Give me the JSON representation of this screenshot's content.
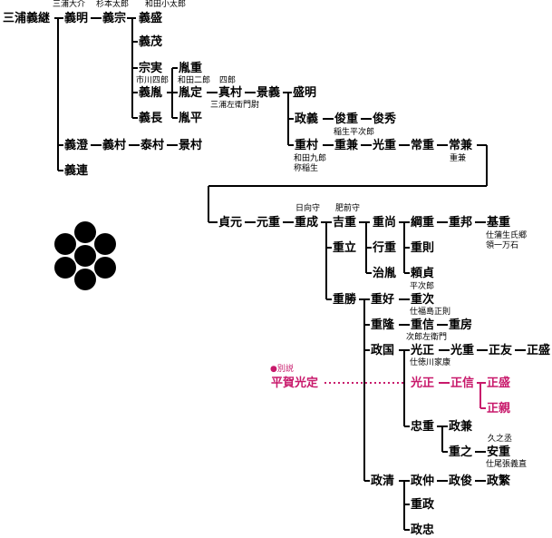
{
  "persons": {
    "yoshitsugu": "三浦義継",
    "yoshiaki": "義明",
    "yoshimune": "義宗",
    "yoshimori": "義盛",
    "yoshishige": "義茂",
    "munezane": "宗実",
    "yoshitane": "義胤",
    "yoshinaga": "義長",
    "tanshige": "胤重",
    "tanesada": "胤定",
    "tanehira": "胤平",
    "sanemura": "真村",
    "kageyoshi": "景義",
    "moriaki": "盛明",
    "masayoshi": "政義",
    "shigemura": "重村",
    "toshishige": "俊重",
    "toshihide": "俊秀",
    "shigekane": "重兼",
    "mitsushige": "光重",
    "tsuneshige": "常重",
    "tsunekane": "常兼",
    "yoshizumi": "義澄",
    "yoshimura": "義村",
    "yasumura": "泰村",
    "kagemura": "景村",
    "yoshitsura": "義連",
    "sadamoto": "貞元",
    "motoshige": "元重",
    "shigenari": "重成",
    "yoshitaka": "吉重",
    "shigenao": "重尚",
    "tsunashige": "綱重",
    "shigekuni": "重邦",
    "motoshige2": "基重",
    "shigetatsu": "重立",
    "yukishige": "行重",
    "shigenori": "重則",
    "haruhisa": "治胤",
    "yorisada": "頼貞",
    "shigekatsu": "重勝",
    "shigeyoshi": "重好",
    "shigetsugu": "重次",
    "shigetaka": "重隆",
    "shigenobu": "重信",
    "shigefusa": "重房",
    "masakuni": "政国",
    "mitsumasa": "光正",
    "mitsushige2": "光重",
    "masatomo": "正友",
    "masamori": "正盛",
    "mitsumasa_alt": "光正",
    "masanobu": "正信",
    "masamori2": "正盛",
    "masachika": "正親",
    "hiraga": "平賀光定",
    "tadashige": "忠重",
    "masakane": "政兼",
    "shigeyuki": "重之",
    "yasushige": "安重",
    "masakiyo": "政清",
    "masanaka": "政仲",
    "masatoshi": "政俊",
    "masashige": "政繁",
    "shigemasa": "重政",
    "masatada": "政忠"
  },
  "notes": {
    "miura_osuke": "三浦大介",
    "sugimoto": "杉本太郎",
    "wada": "和田小太郎",
    "ichikawa": "市川四郎",
    "wada_jiro": "和田二郎",
    "shiro": "四郎",
    "miura_saemon": "三浦左衛門尉",
    "inafu_hei": "稲生平次郎",
    "wada_kuro": "和田九郎",
    "sho_inafu": "称稲生",
    "shigekane_note": "重兼",
    "hyuga": "日向守",
    "higo": "肥前守",
    "gamo": "仕蒲生氏郷",
    "man_goku": "領一万石",
    "heijiro": "平次郎",
    "fukushima": "仕福島正則",
    "jiro_saemon": "次郎左衛門",
    "tokugawa": "仕徳川家康",
    "betsusetsu": "●別説",
    "kyunojo": "久之丞",
    "owari": "仕尾張義直"
  }
}
